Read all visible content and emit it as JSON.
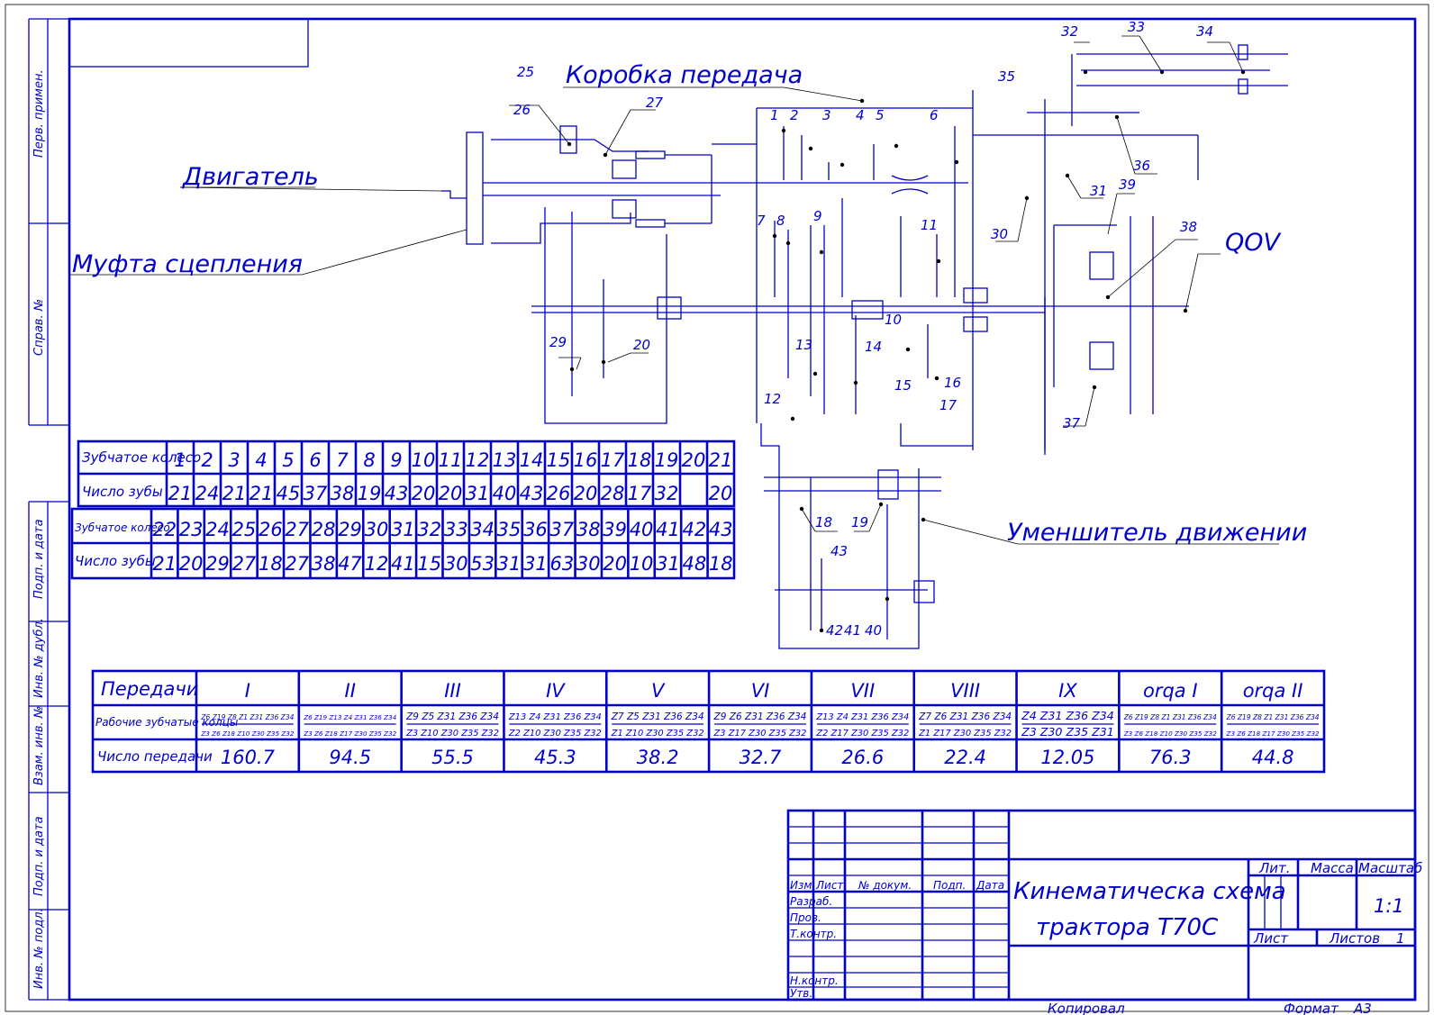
{
  "colors": {
    "ink": "#0000c8",
    "leader": "#000000",
    "paper": "#ffffff"
  },
  "left_strip": [
    "Перв. примен.",
    "Справ. №",
    "Подп. и дата",
    "Инв. № дубл.",
    "Взам. инв. №",
    "Подп. и дата",
    "Инв. № подл."
  ],
  "labels": {
    "engine": "Двигатель",
    "clutch": "Муфта сцепления",
    "gearbox": "Коробка передача",
    "reducer": "Уменшитель движении",
    "pto": "QOV"
  },
  "part_numbers": [
    "1",
    "2",
    "3",
    "4",
    "5",
    "6",
    "7",
    "8",
    "9",
    "10",
    "11",
    "12",
    "13",
    "14",
    "15",
    "16",
    "17",
    "18",
    "19",
    "20",
    "25",
    "26",
    "27",
    "29",
    "30",
    "31",
    "32",
    "33",
    "34",
    "35",
    "36",
    "37",
    "38",
    "39",
    "40",
    "41",
    "42",
    "43"
  ],
  "gear_table_1": {
    "row_head": "Зубчатое колесо",
    "row_teeth": "Число зубы",
    "gears": [
      "1",
      "2",
      "3",
      "4",
      "5",
      "6",
      "7",
      "8",
      "9",
      "10",
      "11",
      "12",
      "13",
      "14",
      "15",
      "16",
      "17",
      "18",
      "19",
      "20",
      "21"
    ],
    "teeth": [
      "21",
      "24",
      "21",
      "21",
      "45",
      "37",
      "38",
      "19",
      "43",
      "20",
      "20",
      "31",
      "40",
      "43",
      "26",
      "20",
      "28",
      "17",
      "32",
      "",
      "20"
    ]
  },
  "gear_table_2": {
    "row_head": "Зубчатое колесо",
    "row_teeth": "Число зубы",
    "gears": [
      "22",
      "23",
      "24",
      "25",
      "26",
      "27",
      "28",
      "29",
      "30",
      "31",
      "32",
      "33",
      "34",
      "35",
      "36",
      "37",
      "38",
      "39",
      "40",
      "41",
      "42",
      "43"
    ],
    "teeth": [
      "21",
      "20",
      "29",
      "27",
      "18",
      "27",
      "38",
      "47",
      "12",
      "41",
      "15",
      "30",
      "53",
      "31",
      "31",
      "63",
      "30",
      "20",
      "10",
      "31",
      "48",
      "18"
    ]
  },
  "ratio_table": {
    "head_gear": "Передачи",
    "head_working": "Рабочие зубчатые колцы",
    "head_ratio": "Число передачи",
    "columns": [
      "I",
      "II",
      "III",
      "IV",
      "V",
      "VI",
      "VII",
      "VIII",
      "IX",
      "orqa I",
      "orqa II"
    ],
    "numerators": [
      "Z6 Z19 Z8 Z1 Z31 Z36 Z34",
      "Z6 Z19 Z13 Z4 Z31 Z36 Z34",
      "Z9 Z5 Z31 Z36 Z34",
      "Z13 Z4 Z31 Z36 Z34",
      "Z7 Z5 Z31 Z36 Z34",
      "Z9 Z6 Z31 Z36 Z34",
      "Z13 Z4 Z31 Z36 Z34",
      "Z7 Z6 Z31 Z36 Z34",
      "Z4 Z31 Z36 Z34",
      "Z6 Z19 Z8 Z1 Z31 Z36 Z34",
      "Z6 Z19 Z8 Z1 Z31 Z36 Z34"
    ],
    "denominators": [
      "Z3 Z6 Z18 Z10 Z30 Z35 Z32",
      "Z3 Z6 Z18 Z17 Z30 Z35 Z32",
      "Z3 Z10 Z30 Z35 Z32",
      "Z2 Z10 Z30 Z35 Z32",
      "Z1 Z10 Z30 Z35 Z32",
      "Z3 Z17 Z30 Z35 Z32",
      "Z2 Z17 Z30 Z35 Z32",
      "Z1 Z17 Z30 Z35 Z32",
      "Z3 Z30 Z35 Z31",
      "Z3 Z6 Z18 Z10 Z30 Z35 Z32",
      "Z3 Z6 Z18 Z17 Z30 Z35 Z32"
    ],
    "ratios": [
      "160.7",
      "94.5",
      "55.5",
      "45.3",
      "38.2",
      "32.7",
      "26.6",
      "22.4",
      "12.05",
      "76.3",
      "44.8"
    ]
  },
  "title_block": {
    "col_izm": "Изм.",
    "col_list": "Лист",
    "col_doc": "№ докум.",
    "col_podp": "Подп.",
    "col_data": "Дата",
    "razrab": "Разраб.",
    "prov": "Пров.",
    "tkontr": "Т.контр.",
    "nkontr": "Н.контр.",
    "utv": "Утв.",
    "title_line1": "Кинематическа схема",
    "title_line2": "трактора Т70С",
    "lit": "Лит.",
    "massa": "Масса",
    "masshtab": "Масштаб",
    "scale": "1:1",
    "list": "Лист",
    "listov": "Листов",
    "listov_val": "1"
  },
  "footer": {
    "kopiroval": "Копировал",
    "format_label": "Формат",
    "format_val": "А3"
  }
}
